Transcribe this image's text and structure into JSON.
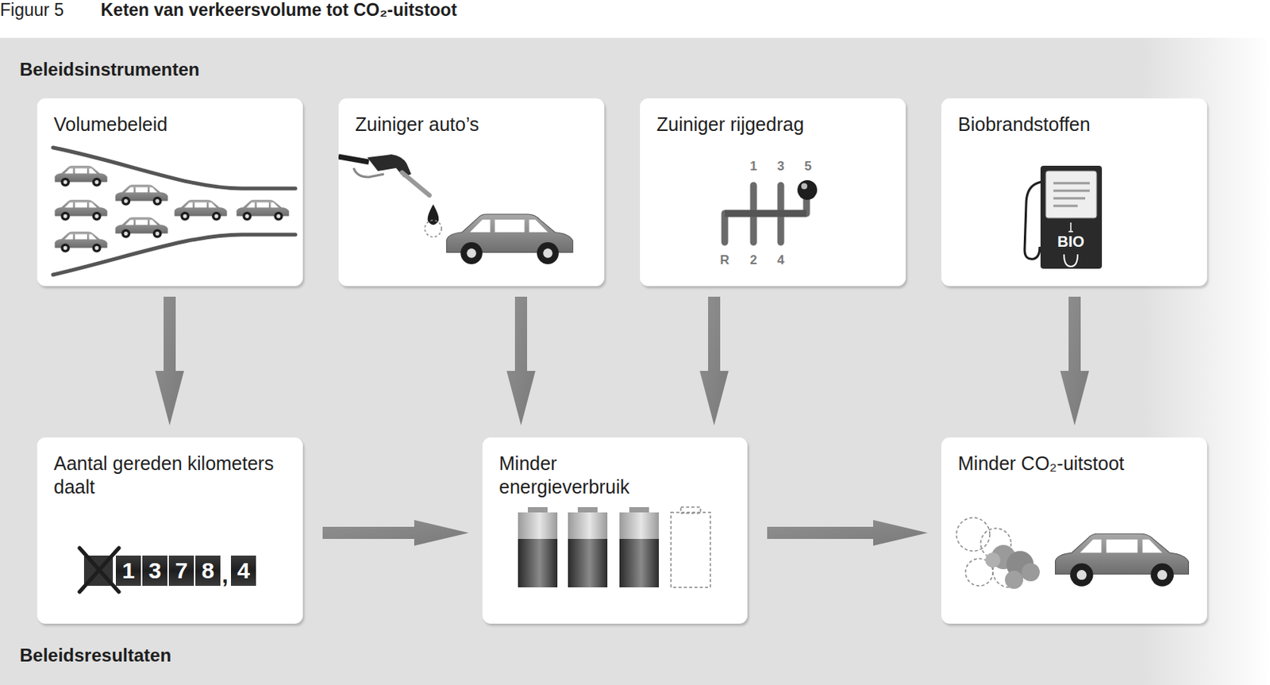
{
  "diagram": {
    "title": "Keten van verkeersvolume tot CO₂-uitstoot",
    "nodes": [
      {
        "text": [
          "Volumebeleid"
        ]
      },
      {
        "text": [
          "Zuiniger auto’s"
        ]
      },
      {
        "text": [
          "Zuiniger rijgedrag"
        ]
      },
      {
        "text": [
          "Biobrandstoffen"
        ]
      },
      {
        "text": [
          "Aantal gereden kilometers daalt"
        ]
      },
      {
        "text": [
          "Minder energieverbruik"
        ]
      },
      {
        "text": [
          "Minder CO₂-uitstoot"
        ]
      }
    ],
    "edges": [
      {
        "from": 0,
        "to": 4,
        "arrow": "to"
      },
      {
        "from": 1,
        "to": 5,
        "arrow": "to"
      },
      {
        "from": 2,
        "to": 5,
        "arrow": "to"
      },
      {
        "from": 3,
        "to": 6,
        "arrow": "to"
      },
      {
        "from": 4,
        "to": 5,
        "arrow": "to"
      },
      {
        "from": 5,
        "to": 6,
        "arrow": "to"
      }
    ],
    "labels": [
      "Figuur 5",
      "Beleidsinstrumenten",
      "Beleidsresultaten",
      "1",
      "3",
      "5",
      "R",
      "2",
      "4",
      "BIO",
      "1",
      "3",
      "7",
      "8",
      ",",
      "4"
    ]
  }
}
